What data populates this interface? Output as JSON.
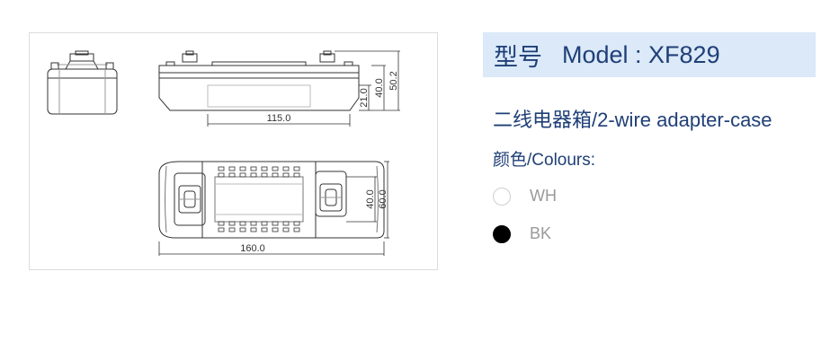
{
  "title": {
    "label": "型号",
    "model": "Model : XF829"
  },
  "subtitle": "二线电器箱/2-wire adapter-case",
  "colours": {
    "label": "颜色/Colours:",
    "items": [
      {
        "code": "WH",
        "fill": "#ffffff",
        "border": "#cfcfcf"
      },
      {
        "code": "BK",
        "fill": "#000000",
        "border": "#000000"
      }
    ]
  },
  "drawing": {
    "dimensions": {
      "height_inner": "21.0",
      "height_mid": "40.0",
      "height_total": "50.2",
      "length_inner": "115.0",
      "width_inner": "40.0",
      "width_total": "60.0",
      "length_total": "160.0"
    }
  },
  "colors": {
    "title_bar_bg": "#dbe9f8",
    "text_primary": "#1f3f77",
    "text_muted": "#9a9a9a",
    "line": "#333333"
  }
}
